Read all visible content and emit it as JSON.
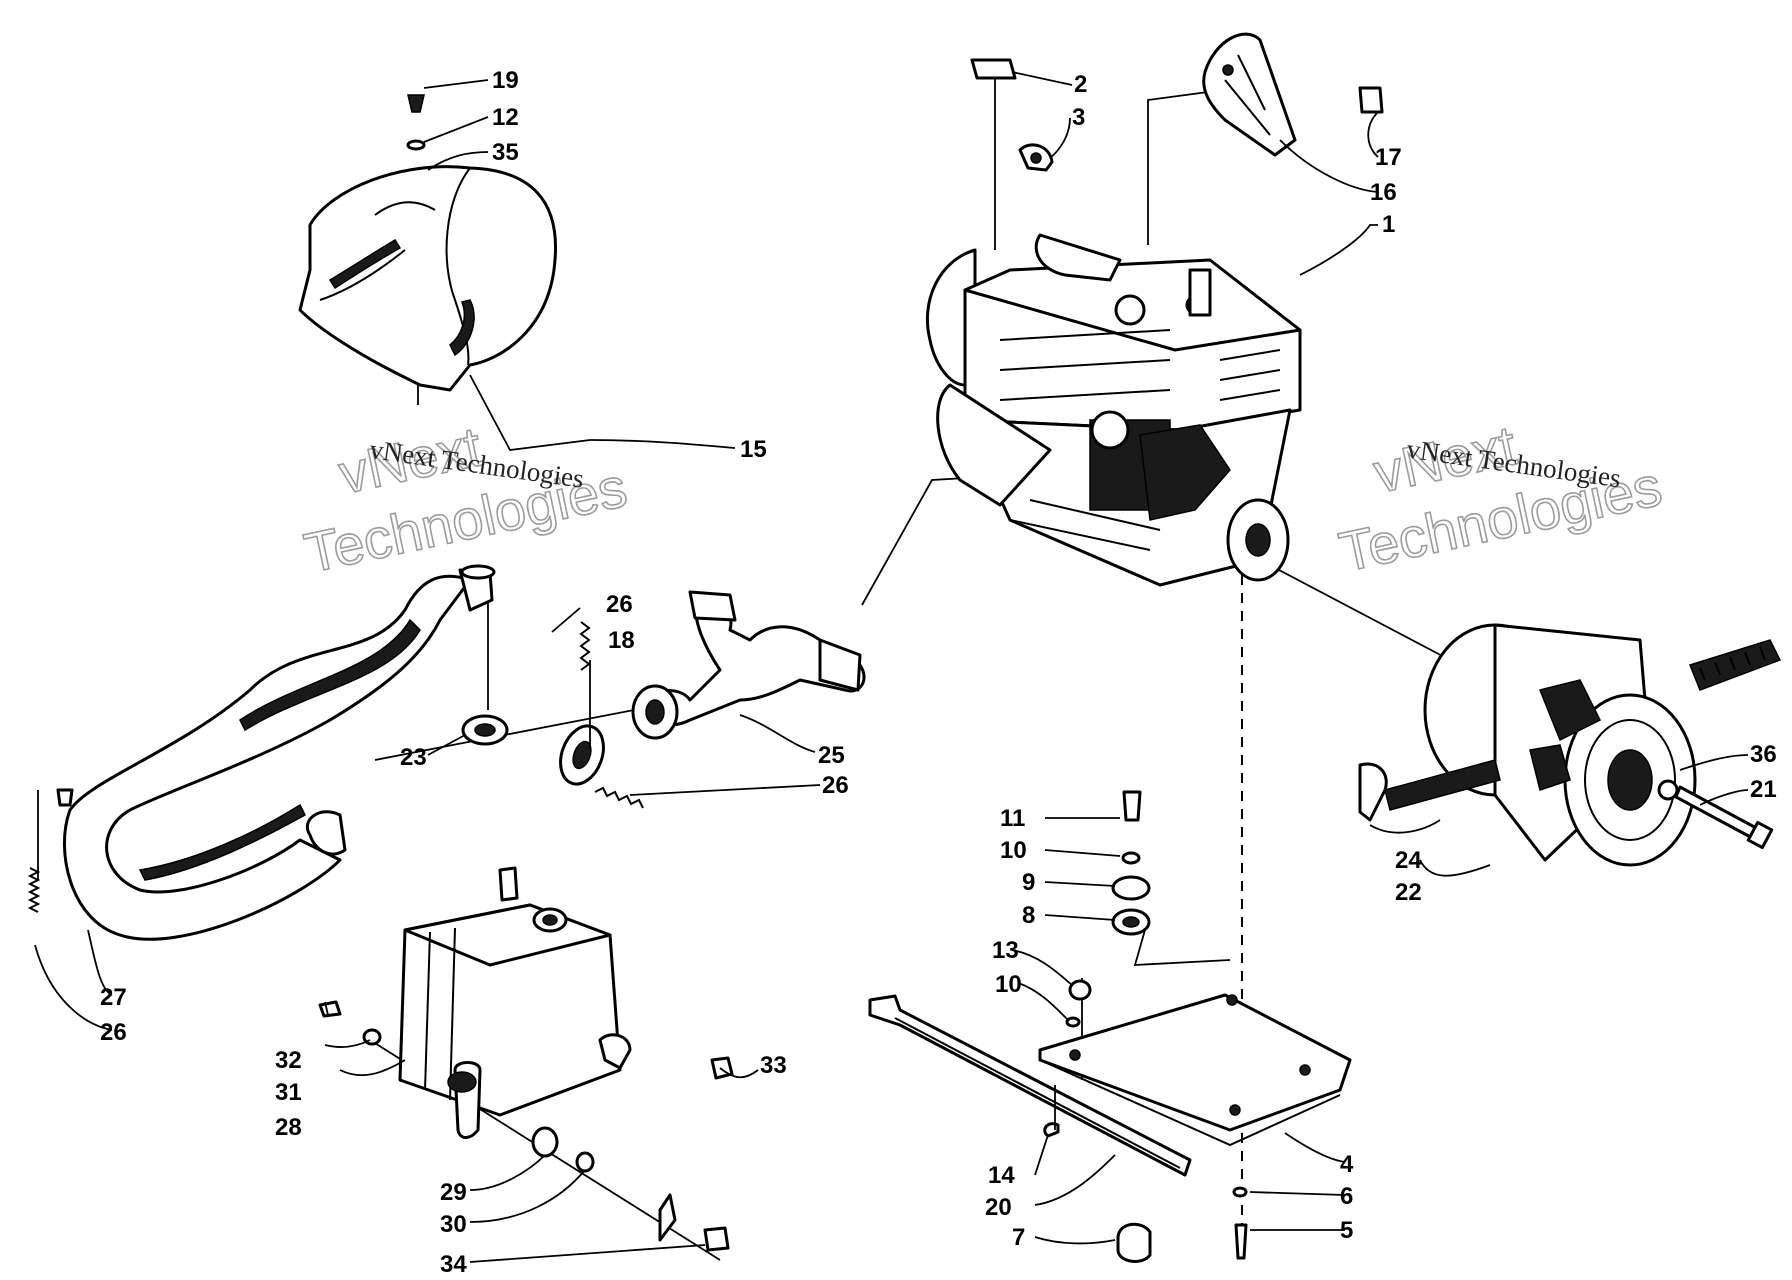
{
  "callouts": [
    "1",
    "2",
    "3",
    "4",
    "5",
    "6",
    "7",
    "8",
    "9",
    "10",
    "10",
    "11",
    "12",
    "13",
    "14",
    "15",
    "16",
    "17",
    "18",
    "19",
    "20",
    "21",
    "22",
    "23",
    "24",
    "25",
    "26",
    "26",
    "26",
    "27",
    "28",
    "29",
    "30",
    "31",
    "32",
    "33",
    "34",
    "35",
    "36"
  ],
  "watermark": {
    "line1": "vNext Technologies",
    "line2a": "vNext",
    "line2b": "Technologies"
  }
}
